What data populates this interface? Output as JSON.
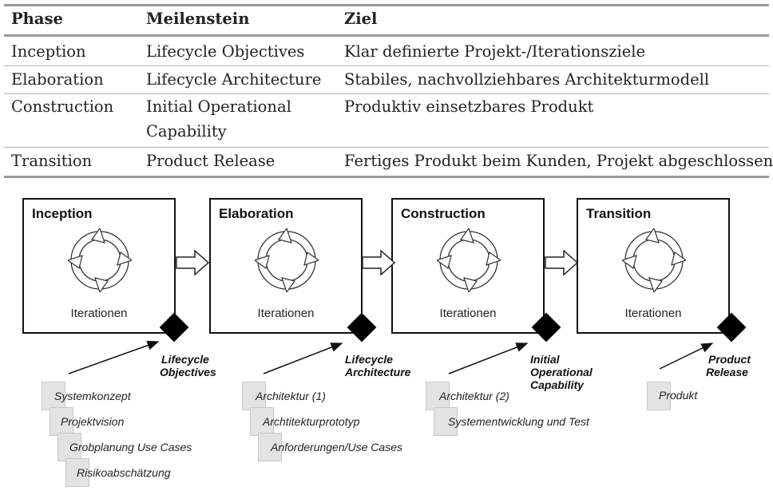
{
  "table": {
    "headers": [
      "Phase",
      "Meilenstein",
      "Ziel"
    ],
    "rows": [
      {
        "phase": "Inception",
        "milestone": "Lifecycle Objectives",
        "goal": "Klar definierte Projekt-/Iterationsziele"
      },
      {
        "phase": "Elaboration",
        "milestone": "Lifecycle Architecture",
        "goal": "Stabiles, nachvollziehbares Architekturmodell"
      },
      {
        "phase": "Construction",
        "milestone_line1": "Initial Operational",
        "milestone_line2": "Capability",
        "goal": "Produktiv einsetzbares Produkt"
      },
      {
        "phase": "Transition",
        "milestone": "Product Release",
        "goal": "Fertiges Produkt beim Kunden, Projekt abgeschlossen"
      }
    ]
  },
  "diagram": {
    "iterations_label": "Iterationen",
    "phases": [
      {
        "title": "Inception",
        "milestone": [
          "Lifecycle",
          "Objectives"
        ],
        "artifacts": [
          "Systemkonzept",
          "Projektvision",
          "Grobplanung Use Cases",
          "Risikoabschätzung"
        ]
      },
      {
        "title": "Elaboration",
        "milestone": [
          "Lifecycle",
          "Architecture"
        ],
        "artifacts": [
          "Architektur (1)",
          "Archtitekturprototyp",
          "Anforderungen/Use Cases"
        ]
      },
      {
        "title": "Construction",
        "milestone": [
          "Initial",
          "Operational",
          "Capability"
        ],
        "artifacts": [
          "Architektur (2)",
          "Systementwicklung und Test"
        ]
      },
      {
        "title": "Transition",
        "milestone": [
          "Product",
          "Release"
        ],
        "artifacts": [
          "Produkt"
        ]
      }
    ]
  }
}
